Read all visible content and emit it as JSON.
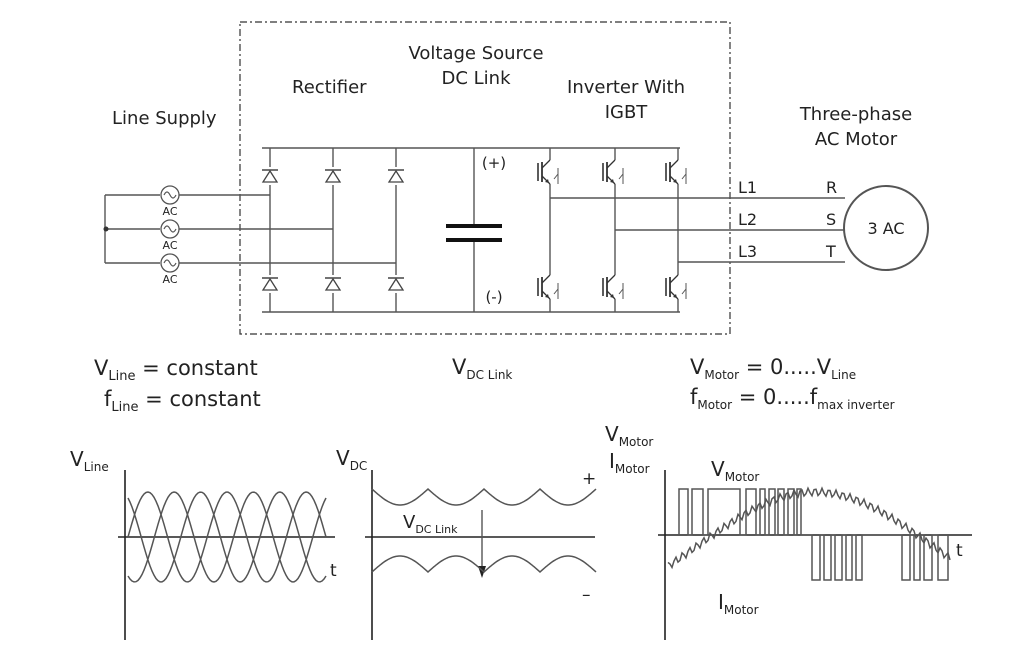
{
  "headings": {
    "line_supply": "Line Supply",
    "rectifier": "Rectifier",
    "dc_link_1": "Voltage Source",
    "dc_link_2": "DC Link",
    "inverter_1": "Inverter With",
    "inverter_2": "IGBT",
    "motor_1": "Three-phase",
    "motor_2": "AC Motor"
  },
  "circuit": {
    "ac_labels": [
      "AC",
      "AC",
      "AC"
    ],
    "plus": "(+)",
    "minus": "(-)",
    "line_labels": [
      "L1",
      "L2",
      "L3"
    ],
    "phase_labels": [
      "R",
      "S",
      "T"
    ],
    "motor_text": "3 AC"
  },
  "equations": {
    "vline_main": "V",
    "vline_sub": "Line",
    "vline_rest": " = constant",
    "fline_main": "f",
    "fline_sub": "Line",
    "fline_rest": " = constant",
    "vdc_main": "V",
    "vdc_sub": "DC Link",
    "vmotor_main": "V",
    "vmotor_sub": "Motor",
    "vmotor_mid": " = 0.....V",
    "vmotor_sub2": "Line",
    "fmotor_main": "f",
    "fmotor_sub": "Motor",
    "fmotor_mid": " = 0.....f",
    "fmotor_sub2": "max inverter"
  },
  "graphs": {
    "g1_y_main": "V",
    "g1_y_sub": "Line",
    "g1_t": "t",
    "g2_y_main": "V",
    "g2_y_sub": "DC",
    "g2_plus": "+",
    "g2_minus": "–",
    "g2_link_main": "V",
    "g2_link_sub": "DC Link",
    "g3_v_main": "V",
    "g3_v_sub": "Motor",
    "g3_i_main": "I",
    "g3_i_sub": "Motor",
    "g3_vlabel_main": "V",
    "g3_vlabel_sub": "Motor",
    "g3_ilabel_main": "I",
    "g3_ilabel_sub": "Motor",
    "g3_t": "t"
  }
}
